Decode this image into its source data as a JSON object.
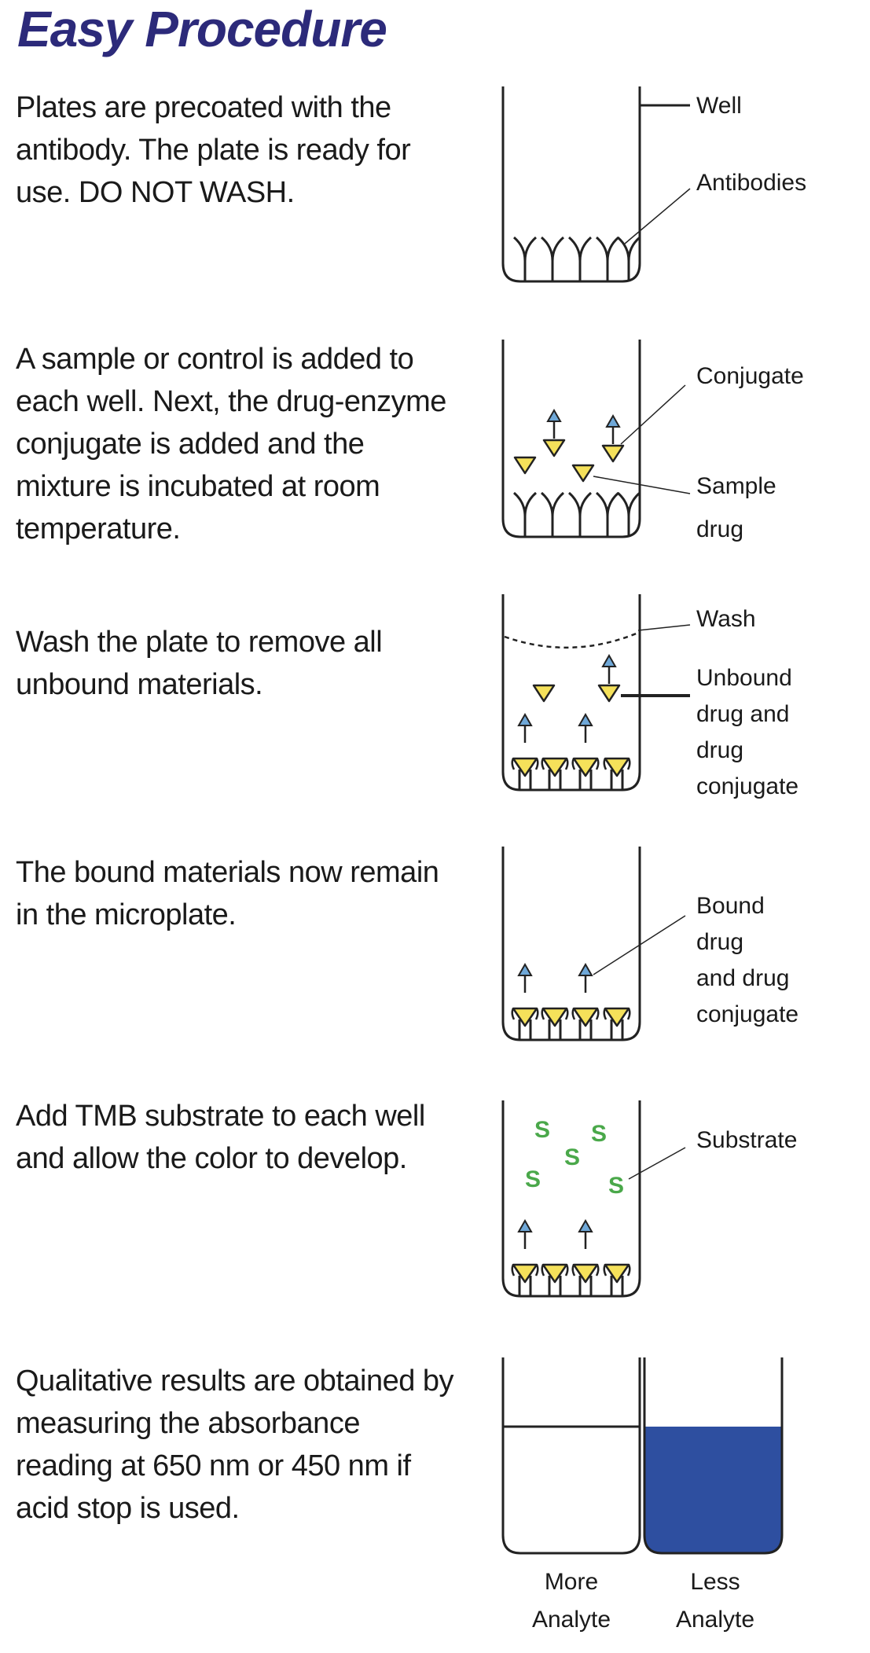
{
  "title": "Easy Procedure",
  "steps": [
    {
      "text": "Plates are precoated with the antibody. The plate is ready for use. DO NOT WASH.",
      "labels": [
        "Well",
        "Antibodies"
      ]
    },
    {
      "text": "A sample or control is added to each well. Next, the drug-enzyme conjugate is added and the mixture is incubated at room temperature.",
      "labels": [
        "Conjugate",
        "Sample",
        "drug"
      ]
    },
    {
      "text": "Wash the plate to remove all unbound materials.",
      "labels": [
        "Wash",
        "Unbound",
        "drug and",
        "drug",
        "conjugate"
      ]
    },
    {
      "text": "The bound materials now remain in the microplate.",
      "labels": [
        "Bound",
        "drug",
        "and drug",
        "conjugate"
      ]
    },
    {
      "text": "Add TMB substrate to each well and allow the color to develop.",
      "labels": [
        "Substrate"
      ]
    },
    {
      "text": "Qualitative results are obtained by measuring the absorbance reading at 650 nm or 450 nm if acid stop is used.",
      "labels": [
        "More",
        "Analyte",
        "Less",
        "Analyte"
      ]
    }
  ],
  "substrate_symbol": "S",
  "colors": {
    "title": "#2c2a7a",
    "conjugate_yellow": "#f5e15a",
    "enzyme_blue": "#6fa8d8",
    "substrate_green": "#4aa84a",
    "result_blue": "#2e4fa0"
  }
}
